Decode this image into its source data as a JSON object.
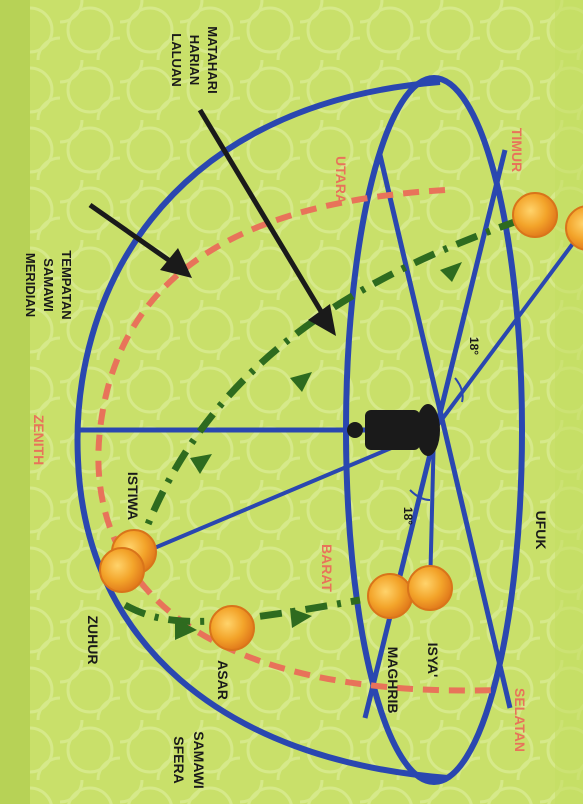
{
  "labels": {
    "meridian": [
      "MERIDIAN",
      "SAMAWI",
      "TEMPATAN"
    ],
    "laluan": [
      "LALUAN",
      "HARIAN",
      "MATAHARI"
    ],
    "sfera": [
      "SFERA",
      "SAMAWI"
    ],
    "zenith": "ZENITH",
    "utara": "UTARA",
    "timur": "TIMUR",
    "barat": "BARAT",
    "selatan": "SELATAN",
    "istiwa": "ISTIWA",
    "zuhur": "ZUHUR",
    "asar": "ASAR",
    "maghrib": "MAGHRIB",
    "isya": "ISYA'",
    "ufuk": "UFUK",
    "angle_top": "18°",
    "angle_bottom": "18°"
  },
  "colors": {
    "background": "#c9e06a",
    "sphere_line": "#2a47b0",
    "meridian_dash": "#e8735a",
    "path_dash": "#2e6b1f",
    "sun_fill": "#f3a42a",
    "text_dark": "#1a1a1a",
    "text_red": "#e8735a"
  },
  "icons": {
    "sun": "sun-icon",
    "observer": "observer-icon",
    "arrow": "arrow-icon"
  }
}
